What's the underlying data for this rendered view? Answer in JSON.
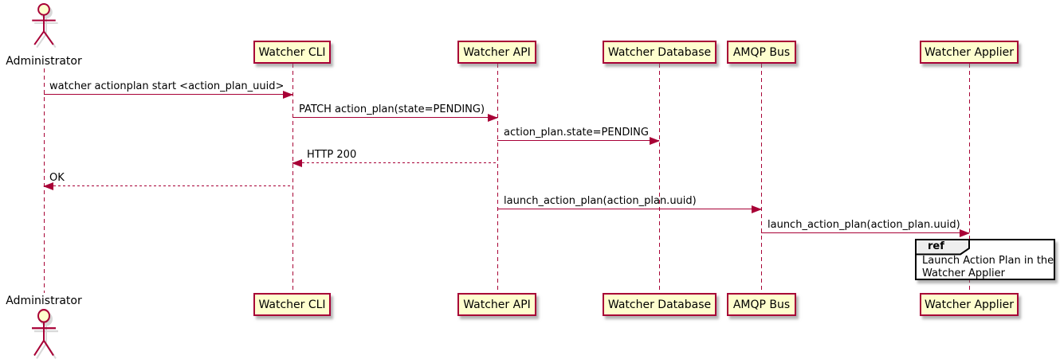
{
  "colors": {
    "accent": "#A80036",
    "participant_fill": "#FEFECE",
    "ref_border": "#000000",
    "ref_tab_fill": "#EEEEEE",
    "background": "#FFFFFF"
  },
  "actor": {
    "label": "Administrator"
  },
  "participants": [
    {
      "label": "Watcher CLI"
    },
    {
      "label": "Watcher API"
    },
    {
      "label": "Watcher Database"
    },
    {
      "label": "AMQP Bus"
    },
    {
      "label": "Watcher Applier"
    }
  ],
  "messages": [
    {
      "from": "Administrator",
      "to": "Watcher CLI",
      "style": "solid",
      "label": "watcher actionplan start <action_plan_uuid>"
    },
    {
      "from": "Watcher CLI",
      "to": "Watcher API",
      "style": "solid",
      "label": "PATCH action_plan(state=PENDING)"
    },
    {
      "from": "Watcher API",
      "to": "Watcher Database",
      "style": "solid",
      "label": "action_plan.state=PENDING"
    },
    {
      "from": "Watcher API",
      "to": "Watcher CLI",
      "style": "dashed",
      "label": "HTTP 200"
    },
    {
      "from": "Watcher CLI",
      "to": "Administrator",
      "style": "dashed",
      "label": "OK"
    },
    {
      "from": "Watcher API",
      "to": "AMQP Bus",
      "style": "solid",
      "label": "launch_action_plan(action_plan.uuid)"
    },
    {
      "from": "AMQP Bus",
      "to": "Watcher Applier",
      "style": "solid",
      "label": "launch_action_plan(action_plan.uuid)"
    }
  ],
  "ref": {
    "keyword": "ref",
    "line1": "Launch Action Plan in the",
    "line2": "Watcher Applier"
  }
}
